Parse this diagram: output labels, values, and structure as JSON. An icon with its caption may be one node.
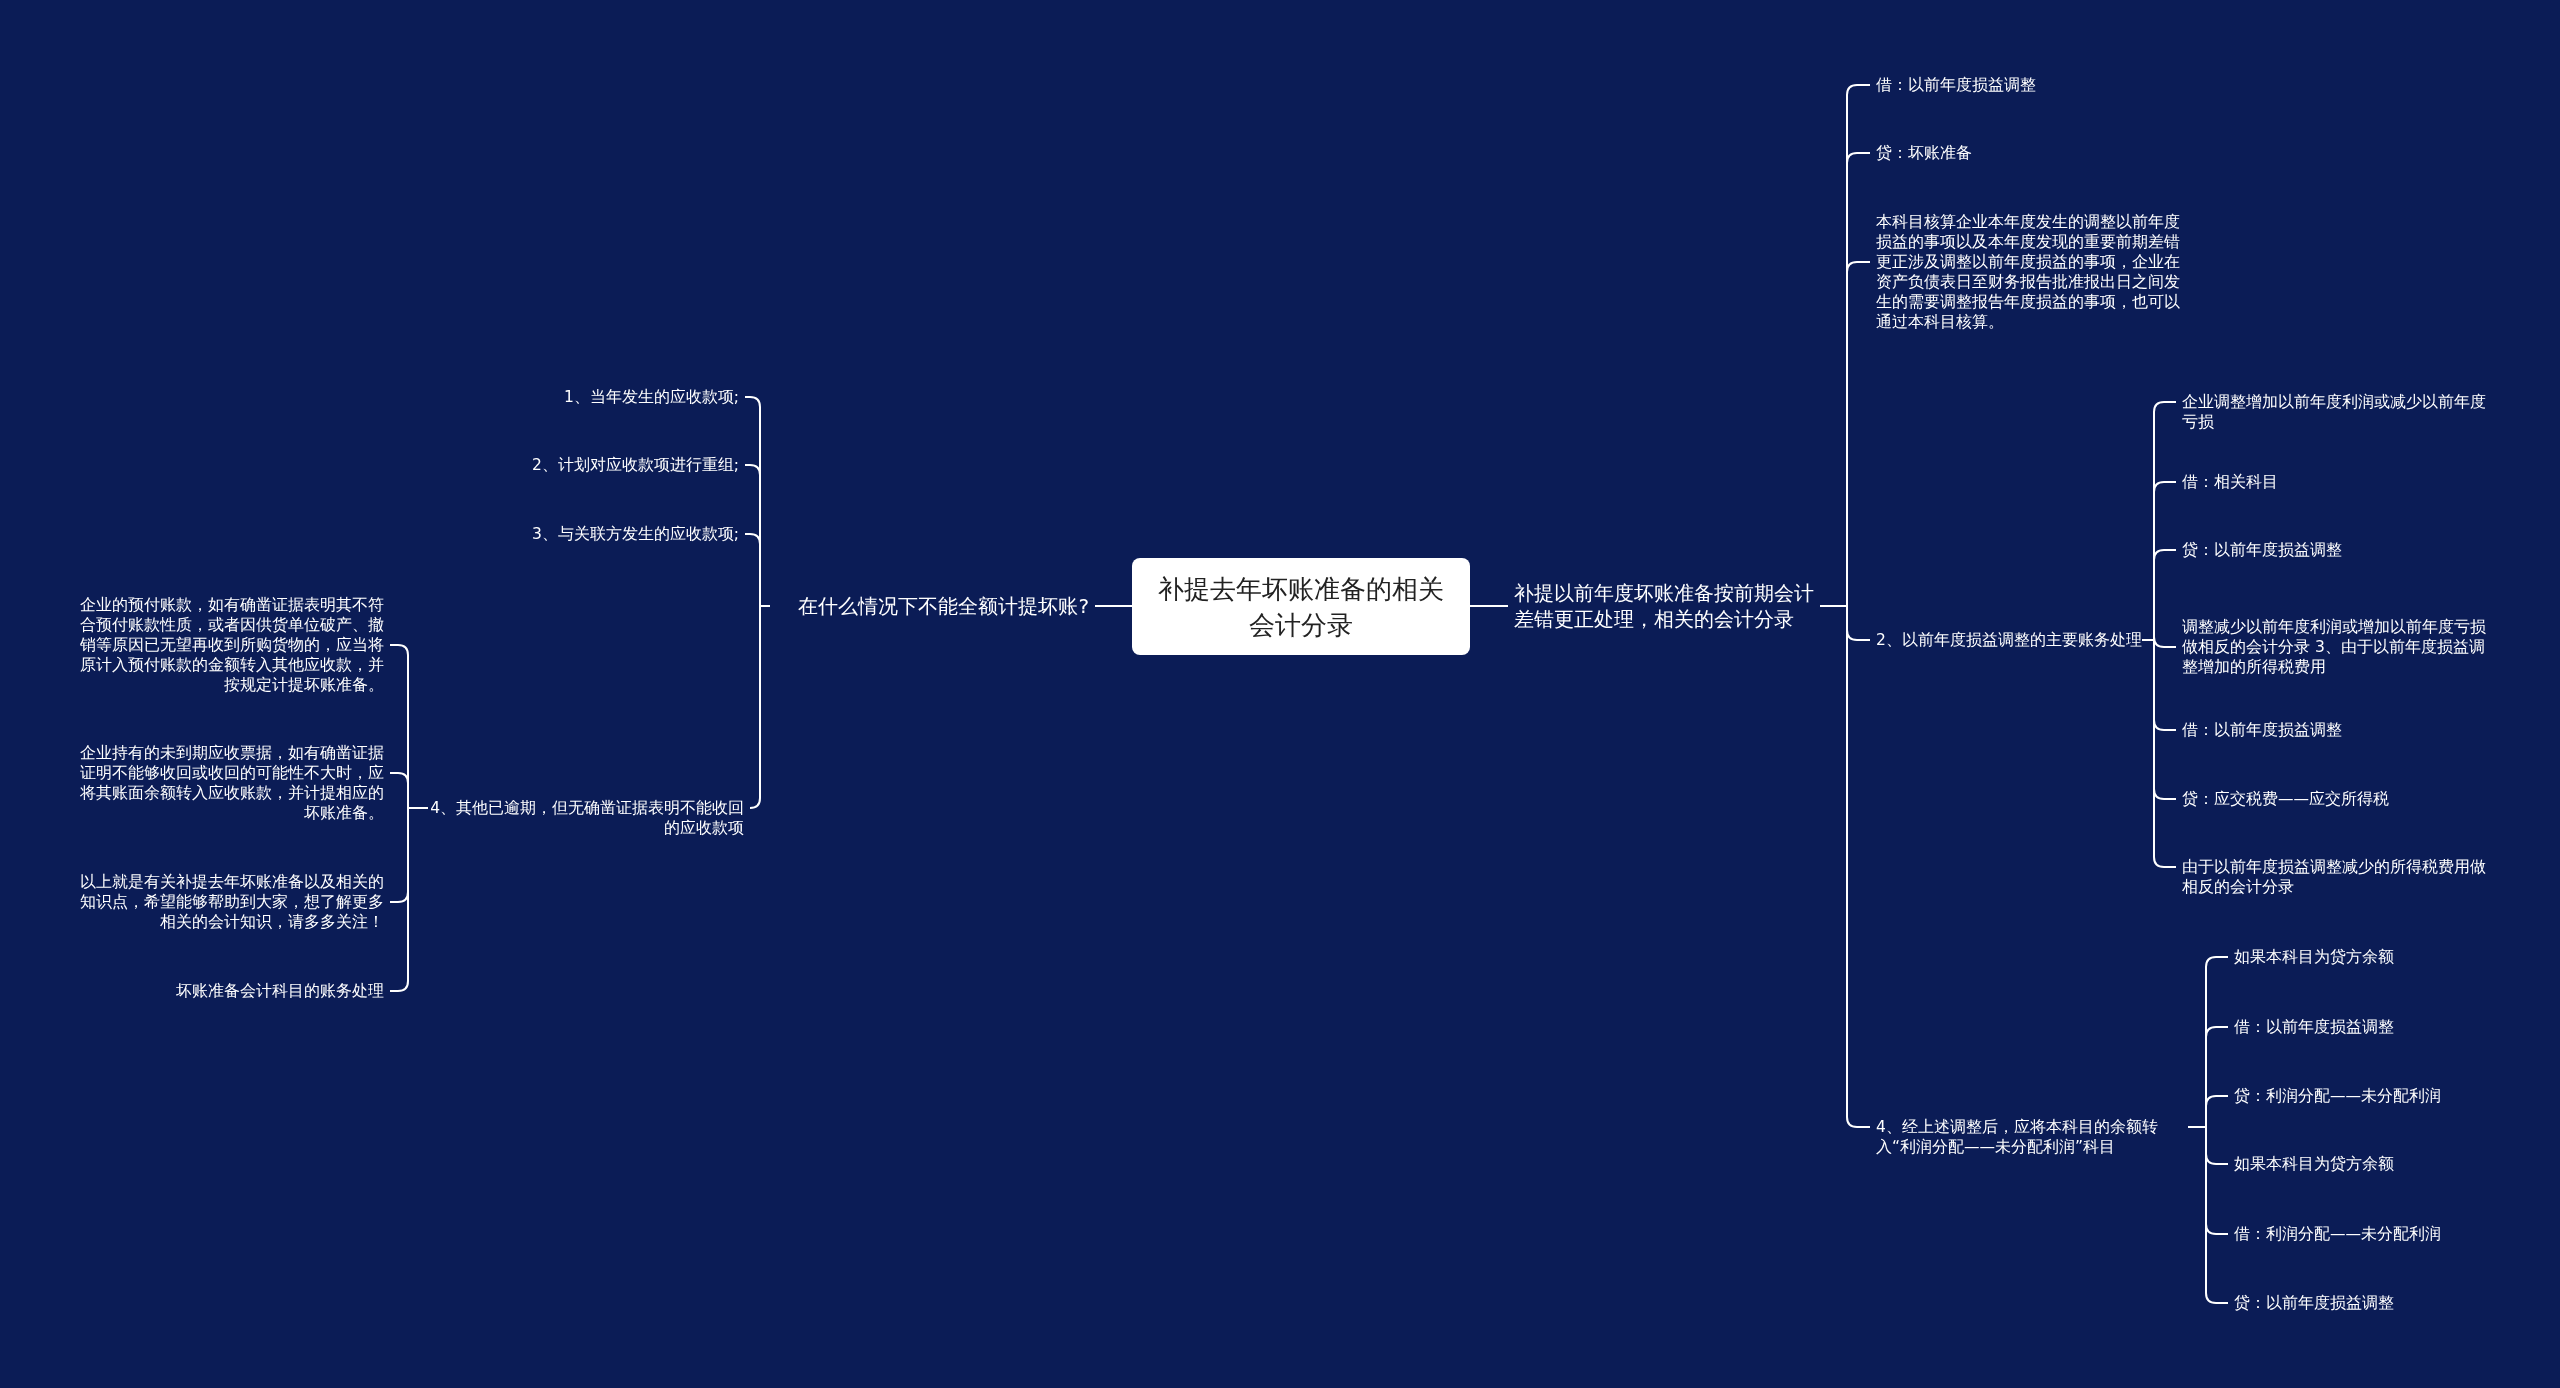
{
  "diagram": {
    "nodes": [
      {
        "text": [
          "补提去年坏账准备的相关会计分录"
        ]
      },
      {
        "text": [
          "在什么情况下不能全额计提坏账?"
        ]
      },
      {
        "text": [
          "1、当年发生的应收款项;"
        ]
      },
      {
        "text": [
          "2、计划对应收款项进行重组;"
        ]
      },
      {
        "text": [
          "3、与关联方发生的应收款项;"
        ]
      },
      {
        "text": [
          "4、其他已逾期，但无确凿证据表明不能收回的应收款项"
        ]
      },
      {
        "text": [
          "企业的预付账款，如有确凿证据表明其不符合预付账款性质，或者因供货单位破产、撤销等原因已无望再收到所购货物的，应当将原计入预付账款的金额转入其他应收款，并按规定计提坏账准备。"
        ]
      },
      {
        "text": [
          "企业持有的未到期应收票据，如有确凿证据证明不能够收回或收回的可能性不大时，应将其账面余额转入应收账款，并计提相应的坏账准备。"
        ]
      },
      {
        "text": [
          "以上就是有关补提去年坏账准备以及相关的知识点，希望能够帮助到大家，想了解更多相关的会计知识，请多多关注！"
        ]
      },
      {
        "text": [
          "坏账准备会计科目的账务处理"
        ]
      },
      {
        "text": [
          "补提以前年度坏账准备按前期会计差错更正处理，相关的会计分录"
        ]
      },
      {
        "text": [
          "借：以前年度损益调整"
        ]
      },
      {
        "text": [
          "贷：坏账准备"
        ]
      },
      {
        "text": [
          "本科目核算企业本年度发生的调整以前年度损益的事项以及本年度发现的重要前期差错更正涉及调整以前年度损益的事项，企业在资产负债表日至财务报告批准报出日之间发生的需要调整报告年度损益的事项，也可以通过本科目核算。"
        ]
      },
      {
        "text": [
          "2、以前年度损益调整的主要账务处理"
        ]
      },
      {
        "text": [
          "企业调整增加以前年度利润或减少以前年度亏损"
        ]
      },
      {
        "text": [
          "借：相关科目"
        ]
      },
      {
        "text": [
          "贷：以前年度损益调整"
        ]
      },
      {
        "text": [
          "调整减少以前年度利润或增加以前年度亏损做相反的会计分录 3、由于以前年度损益调整增加的所得税费用"
        ]
      },
      {
        "text": [
          "借：以前年度损益调整"
        ]
      },
      {
        "text": [
          "贷：应交税费——应交所得税"
        ]
      },
      {
        "text": [
          "由于以前年度损益调整减少的所得税费用做相反的会计分录"
        ]
      },
      {
        "text": [
          "4、经上述调整后，应将本科目的余额转入“利润分配——未分配利润”科目"
        ]
      },
      {
        "text": [
          "如果本科目为贷方余额"
        ]
      },
      {
        "text": [
          "借：以前年度损益调整"
        ]
      },
      {
        "text": [
          "贷：利润分配——未分配利润"
        ]
      },
      {
        "text": [
          "如果本科目为贷方余额"
        ]
      },
      {
        "text": [
          "借：利润分配——未分配利润"
        ]
      },
      {
        "text": [
          "贷：以前年度损益调整"
        ]
      }
    ],
    "edges": [
      {
        "from": 0,
        "to": 1,
        "arrow": "none"
      },
      {
        "from": 1,
        "to": 2,
        "arrow": "none"
      },
      {
        "from": 1,
        "to": 3,
        "arrow": "none"
      },
      {
        "from": 1,
        "to": 4,
        "arrow": "none"
      },
      {
        "from": 1,
        "to": 5,
        "arrow": "none"
      },
      {
        "from": 5,
        "to": 6,
        "arrow": "none"
      },
      {
        "from": 5,
        "to": 7,
        "arrow": "none"
      },
      {
        "from": 5,
        "to": 8,
        "arrow": "none"
      },
      {
        "from": 5,
        "to": 9,
        "arrow": "none"
      },
      {
        "from": 0,
        "to": 10,
        "arrow": "none"
      },
      {
        "from": 10,
        "to": 11,
        "arrow": "none"
      },
      {
        "from": 10,
        "to": 12,
        "arrow": "none"
      },
      {
        "from": 10,
        "to": 13,
        "arrow": "none"
      },
      {
        "from": 10,
        "to": 14,
        "arrow": "none"
      },
      {
        "from": 10,
        "to": 22,
        "arrow": "none"
      },
      {
        "from": 14,
        "to": 15,
        "arrow": "none"
      },
      {
        "from": 14,
        "to": 16,
        "arrow": "none"
      },
      {
        "from": 14,
        "to": 17,
        "arrow": "none"
      },
      {
        "from": 14,
        "to": 18,
        "arrow": "none"
      },
      {
        "from": 14,
        "to": 19,
        "arrow": "none"
      },
      {
        "from": 14,
        "to": 20,
        "arrow": "none"
      },
      {
        "from": 14,
        "to": 21,
        "arrow": "none"
      },
      {
        "from": 22,
        "to": 23,
        "arrow": "none"
      },
      {
        "from": 22,
        "to": 24,
        "arrow": "none"
      },
      {
        "from": 22,
        "to": 25,
        "arrow": "none"
      },
      {
        "from": 22,
        "to": 26,
        "arrow": "none"
      },
      {
        "from": 22,
        "to": 27,
        "arrow": "none"
      },
      {
        "from": 22,
        "to": 28,
        "arrow": "none"
      }
    ]
  }
}
